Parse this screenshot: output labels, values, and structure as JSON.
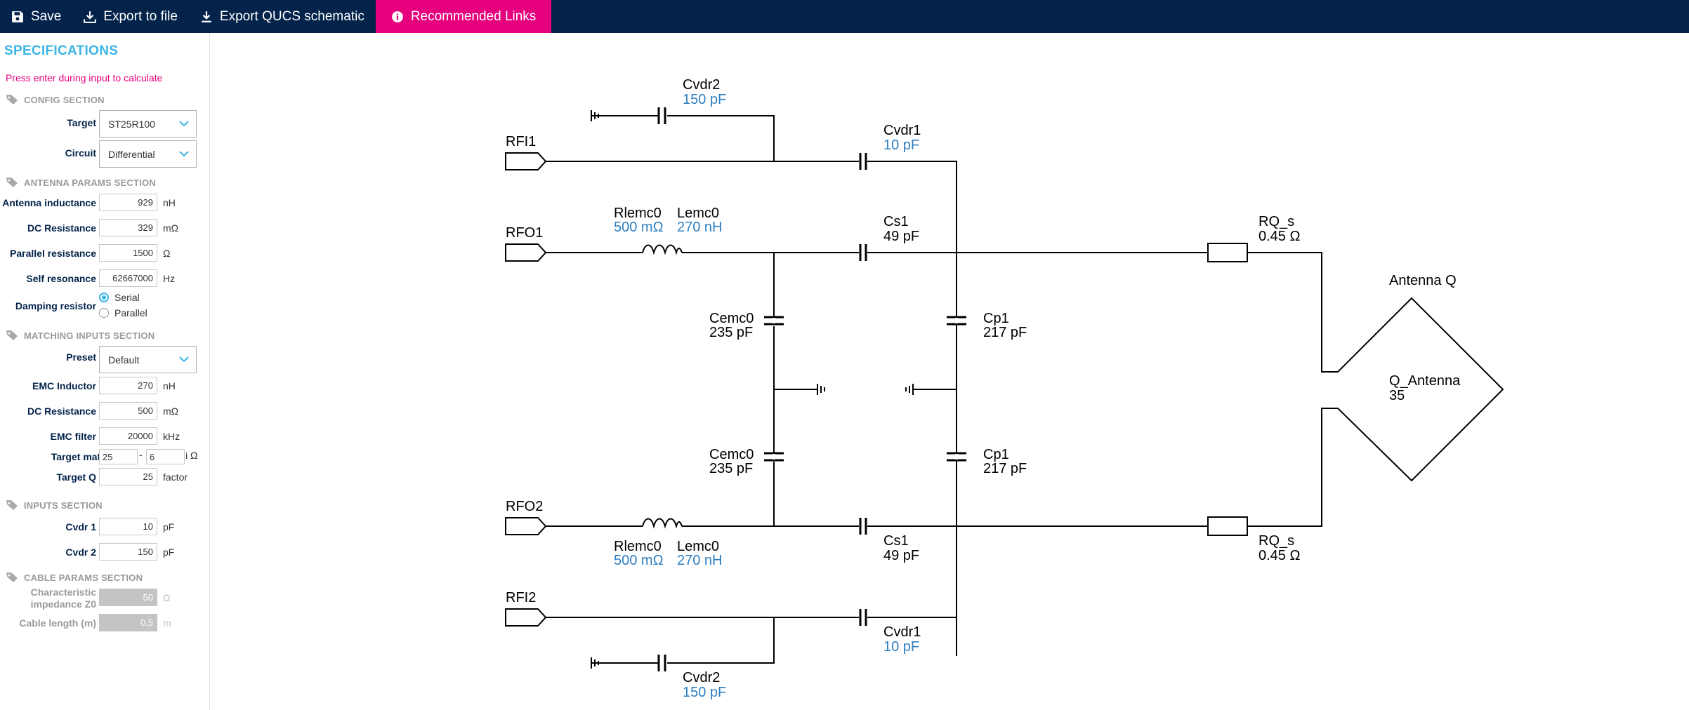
{
  "toolbar": {
    "save": "Save",
    "export_file": "Export to file",
    "export_qucs": "Export QUCS schematic",
    "links": "Recommended Links"
  },
  "sidebar": {
    "title": "SPECIFICATIONS",
    "hint": "Press enter during input to calculate",
    "config": {
      "heading": "CONFIG SECTION",
      "target_label": "Target",
      "target_value": "ST25R100",
      "circuit_label": "Circuit",
      "circuit_value": "Differential"
    },
    "antenna": {
      "heading": "ANTENNA PARAMS SECTION",
      "inductance_label": "Antenna inductance",
      "inductance_value": "929",
      "inductance_unit": "nH",
      "dcres_label": "DC Resistance",
      "dcres_value": "329",
      "dcres_unit": "mΩ",
      "parres_label": "Parallel resistance",
      "parres_value": "1500",
      "parres_unit": "Ω",
      "selfres_label": "Self resonance",
      "selfres_value": "62667000",
      "selfres_unit": "Hz",
      "damping_label": "Damping resistor",
      "damping_serial": "Serial",
      "damping_parallel": "Parallel"
    },
    "matching": {
      "heading": "MATCHING INPUTS SECTION",
      "preset_label": "Preset",
      "preset_value": "Default",
      "emc_ind_label": "EMC Inductor",
      "emc_ind_value": "270",
      "emc_ind_unit": "nH",
      "dcres_label": "DC Resistance",
      "dcres_value": "500",
      "dcres_unit": "mΩ",
      "emc_filter_label": "EMC filter",
      "emc_filter_value": "20000",
      "emc_filter_unit": "kHz",
      "target_z_label": "Target matching Z",
      "target_z_real": "25",
      "target_z_sep": "-",
      "target_z_imag": "6",
      "target_z_unit": "i Ω",
      "target_q_label": "Target Q",
      "target_q_value": "25",
      "target_q_unit": "factor"
    },
    "inputs": {
      "heading": "INPUTS SECTION",
      "cvdr1_label": "Cvdr 1",
      "cvdr1_value": "10",
      "cvdr1_unit": "pF",
      "cvdr2_label": "Cvdr 2",
      "cvdr2_value": "150",
      "cvdr2_unit": "pF"
    },
    "cable": {
      "heading": "CABLE PARAMS SECTION",
      "z0_label_1": "Characteristic",
      "z0_label_2": "impedance Z0",
      "z0_value": "50",
      "z0_unit": "Ω",
      "length_label": "Cable length (m)",
      "length_value": "0,5",
      "length_unit": "m"
    }
  },
  "schematic": {
    "ports": {
      "rfi1": "RFI1",
      "rfo1": "RFO1",
      "rfo2": "RFO2",
      "rfi2": "RFI2"
    },
    "cvdr2_top": {
      "name": "Cvdr2",
      "value": "150 pF"
    },
    "cvdr1_top": {
      "name": "Cvdr1",
      "value": "10 pF"
    },
    "rlemc_top": {
      "name": "Rlemc0",
      "value": "500 mΩ"
    },
    "lemc_top": {
      "name": "Lemc0",
      "value": "270 nH"
    },
    "cs1_top": {
      "name": "Cs1",
      "value": "49 pF"
    },
    "rqs_top": {
      "name": "RQ_s",
      "value": "0.45 Ω"
    },
    "antenna": {
      "title": "Antenna Q",
      "name": "Q_Antenna",
      "value": "35"
    },
    "cemc_top": {
      "name": "Cemc0",
      "value": "235 pF"
    },
    "cp1_top": {
      "name": "Cp1",
      "value": "217 pF"
    },
    "cemc_bot": {
      "name": "Cemc0",
      "value": "235 pF"
    },
    "cp1_bot": {
      "name": "Cp1",
      "value": "217 pF"
    },
    "rlemc_bot": {
      "name": "Rlemc0",
      "value": "500 mΩ"
    },
    "lemc_bot": {
      "name": "Lemc0",
      "value": "270 nH"
    },
    "cs1_bot": {
      "name": "Cs1",
      "value": "49 pF"
    },
    "rqs_bot": {
      "name": "RQ_s",
      "value": "0.45 Ω"
    },
    "cvdr1_bot": {
      "name": "Cvdr1",
      "value": "10 pF"
    },
    "cvdr2_bot": {
      "name": "Cvdr2",
      "value": "150 pF"
    }
  },
  "colors": {
    "navbar": "#03234b",
    "accent_pink": "#e6007e",
    "accent_blue": "#3cb4e6",
    "value_blue": "#2f7fc1"
  },
  "icons": [
    "floppy-disk-icon",
    "download-icon",
    "download-icon",
    "info-circle-icon",
    "tag-icon",
    "chevron-down-icon",
    "ground-icon"
  ]
}
